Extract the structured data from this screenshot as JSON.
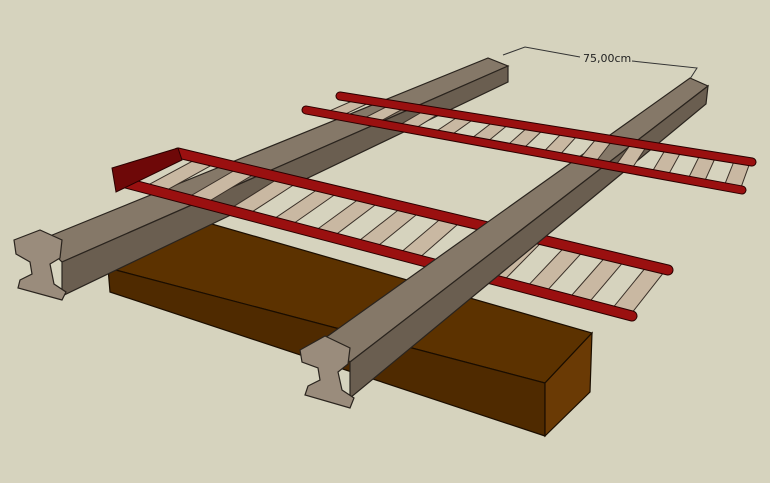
{
  "model": {
    "dimension_label": "75,00cm",
    "rung_count_front": 12,
    "rung_count_back": 12
  },
  "colors": {
    "background": "#d6d3be",
    "sleeper_top": "#5c3200",
    "sleeper_side": "#4a2800",
    "rail_top": "#857868",
    "rail_side": "#6a5e50",
    "rail_profile": "#9a8c7c",
    "tube": "#9a1010",
    "tube_dark": "#6e0808",
    "rung": "#c9b8a2"
  }
}
